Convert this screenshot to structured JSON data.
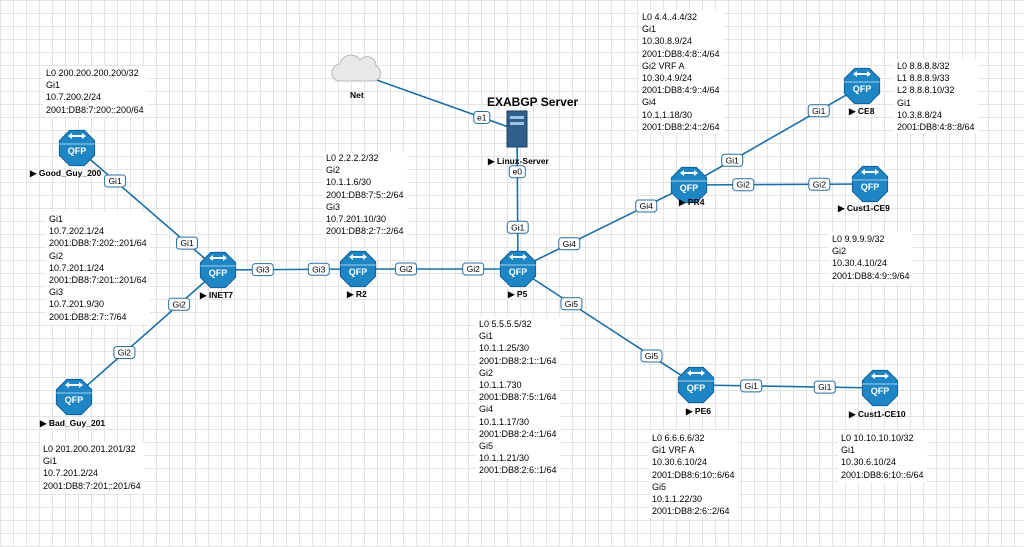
{
  "title": "EXABGP Server",
  "colors": {
    "router": "#1f86c6",
    "router_dark": "#0c5f98",
    "link": "#1a6fa8",
    "port_border": "#2a6f9e"
  },
  "nodes": [
    {
      "id": "good_guy",
      "type": "router",
      "label": "Good_Guy_200",
      "icon_text": "QFP"
    },
    {
      "id": "bad_guy",
      "type": "router",
      "label": "Bad_Guy_201",
      "icon_text": "QFP"
    },
    {
      "id": "inet7",
      "type": "router",
      "label": "INET7",
      "icon_text": "QFP"
    },
    {
      "id": "r2",
      "type": "router",
      "label": "R2",
      "icon_text": "QFP"
    },
    {
      "id": "p5",
      "type": "router",
      "label": "P5",
      "icon_text": "QFP"
    },
    {
      "id": "pr4",
      "type": "router",
      "label": "PR4",
      "icon_text": "QFP"
    },
    {
      "id": "pe6",
      "type": "router",
      "label": "PE6",
      "icon_text": "QFP"
    },
    {
      "id": "ce8",
      "type": "router",
      "label": "CE8",
      "icon_text": "QFP"
    },
    {
      "id": "cust1_ce9",
      "type": "router",
      "label": "Cust1-CE9",
      "icon_text": "QFP"
    },
    {
      "id": "cust1_ce10",
      "type": "router",
      "label": "Cust1-CE10",
      "icon_text": "QFP"
    },
    {
      "id": "linux",
      "type": "server",
      "label": "Linux-Server"
    },
    {
      "id": "net",
      "type": "cloud",
      "label": "Net"
    }
  ],
  "links": [
    {
      "from": "good_guy",
      "to": "inet7",
      "ports": [
        "Gi1",
        "Gi1"
      ]
    },
    {
      "from": "bad_guy",
      "to": "inet7",
      "ports": [
        "Gi2",
        "Gi2"
      ]
    },
    {
      "from": "inet7",
      "to": "r2",
      "ports": [
        "Gi3",
        "Gi3"
      ]
    },
    {
      "from": "r2",
      "to": "p5",
      "ports": [
        "Gi2",
        "Gi2"
      ]
    },
    {
      "from": "p5",
      "to": "linux",
      "ports": [
        "Gi1",
        "e0"
      ]
    },
    {
      "from": "net",
      "to": "linux",
      "ports": [
        "",
        "e1"
      ]
    },
    {
      "from": "p5",
      "to": "pr4",
      "ports": [
        "Gi4",
        "Gi4"
      ]
    },
    {
      "from": "p5",
      "to": "pe6",
      "ports": [
        "Gi5",
        "Gi5"
      ]
    },
    {
      "from": "pr4",
      "to": "ce8",
      "ports": [
        "Gi1",
        "Gi1"
      ]
    },
    {
      "from": "pr4",
      "to": "cust1_ce9",
      "ports": [
        "Gi2",
        "Gi2"
      ]
    },
    {
      "from": "pe6",
      "to": "cust1_ce10",
      "ports": [
        "Gi1",
        "Gi1"
      ]
    }
  ],
  "notes": {
    "good_guy": [
      "L0 200.200.200.200/32",
      "Gi1",
      "10.7.200.2/24",
      "2001:DB8:7:200::200/64"
    ],
    "inet7": [
      "Gi1",
      "10.7.202.1/24",
      "2001:DB8:7:202::201/64",
      "Gi2",
      "10.7.201.1/24",
      "2001:DB8:7:201::201/64",
      "Gi3",
      "10.7.201.9/30",
      "2001:DB8:2:7::7/64"
    ],
    "bad_guy": [
      "L0 201.200.201.201/32",
      "Gi1",
      "10.7.201.2/24",
      "2001:DB8:7:201::201/64"
    ],
    "r2": [
      "L0 2.2.2.2/32",
      "Gi2",
      "10.1.1.6/30",
      "2001:DB8:7:5::2/64",
      "Gi3",
      "10.7.201.10/30",
      "2001:DB8:2:7::2/64"
    ],
    "p5": [
      "L0 5.5.5.5/32",
      "Gi1",
      "10.1.1.25/30",
      "2001:DB8:2:1::1/64",
      "Gi2",
      "10.1.1.730",
      "2001:DB8:7:5::1/64",
      "Gi4",
      "10.1.1.17/30",
      "2001:DB8:2:4::1/64",
      "Gi5",
      "10.1.1.21/30",
      "2001:DB8:2:6::1/64"
    ],
    "pr4": [
      "L0 4.4..4.4/32",
      "Gi1",
      "10.30.8.9/24",
      "2001:DB8:4:8::4/64",
      "Gi2 VRF A",
      "10.30.4.9/24",
      "2001:DB8:4:9::4/64",
      "Gi4",
      "10.1.1.18/30",
      "2001:DB8:2:4::2/64"
    ],
    "ce8": [
      "L0 8.8.8.8/32",
      "L1 8.8.8.9/33",
      "L2 8.8.8.10/32",
      "Gi1",
      "10.3.8.8/24",
      "2001:DB8:4:8::8/64"
    ],
    "cust1_ce9": [
      "L0 9.9.9.9/32",
      "Gi2",
      "10.30.4.10/24",
      "2001:DB8:4:9::9/64"
    ],
    "pe6": [
      "L0 6.6.6.6/32",
      "Gi1 VRF A",
      "10.30.6.10/24",
      "2001:DB8:6:10::6/64",
      "Gi5",
      "10.1.1.22/30",
      "2001:DB8:2:6::2/64"
    ],
    "cust1_ce10": [
      "L0 10.10.10.10/32",
      "Gi1",
      "10.30.6.10/24",
      "2001:DB8:6:10::6/64"
    ]
  }
}
